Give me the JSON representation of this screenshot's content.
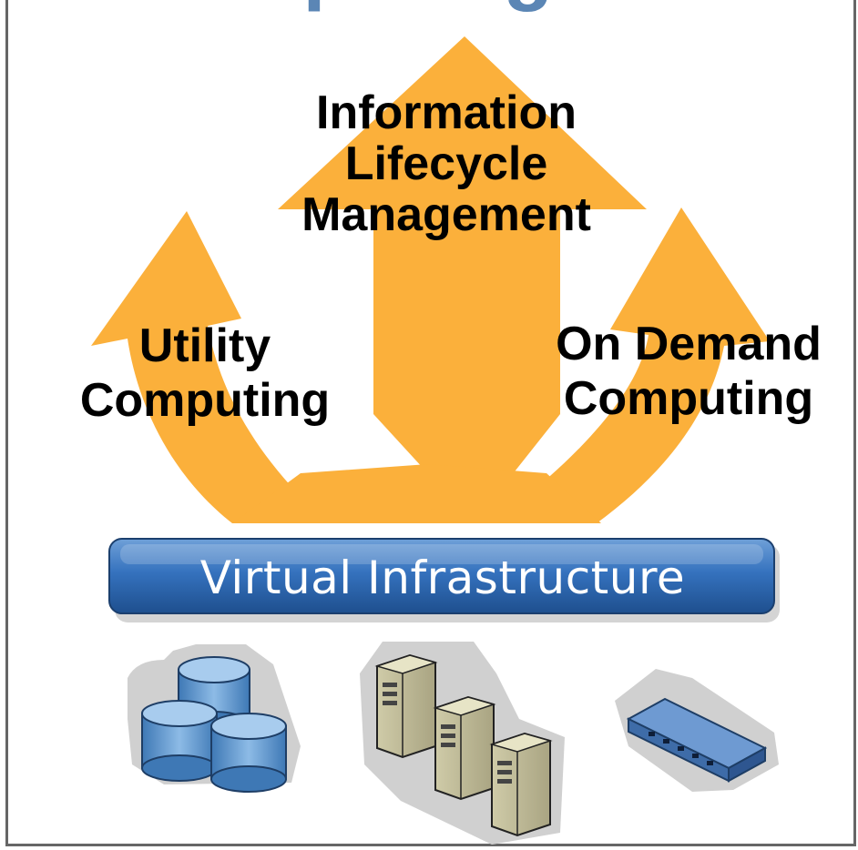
{
  "title_fragment": "puting",
  "goals": {
    "center": {
      "line1": "Information",
      "line2": "Lifecycle",
      "line3": "Management"
    },
    "left": {
      "line1": "Utility",
      "line2": "Computing"
    },
    "right": {
      "line1": "On Demand",
      "line2": "Computing"
    }
  },
  "infrastructure_bar": {
    "label": "Virtual Infrastructure"
  },
  "icons": [
    "storage-icon",
    "servers-icon",
    "network-switch-icon"
  ],
  "colors": {
    "arrow": "#FBB03B",
    "bar": "#2E69B0",
    "frame": "#666666",
    "title": "#5B86B5"
  }
}
